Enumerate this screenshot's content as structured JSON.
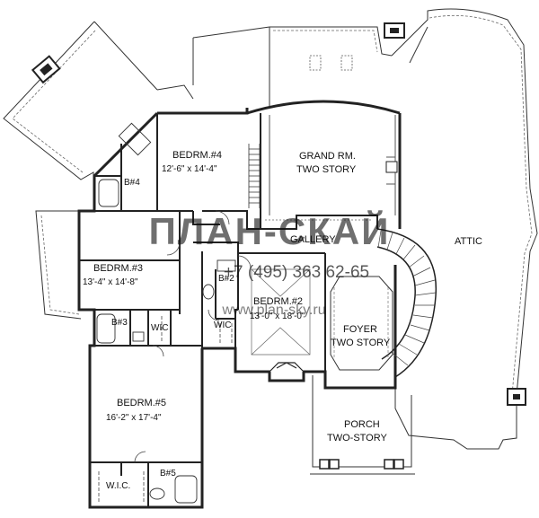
{
  "rooms": {
    "bedrm4": {
      "name": "BEDRM.#4",
      "dim": "12'-6\" x 14'-4\""
    },
    "grand": {
      "line1": "GRAND RM.",
      "line2": "TWO STORY"
    },
    "b4": "B#4",
    "gallery": "GALLERY",
    "attic": "ATTIC",
    "bedrm3": {
      "name": "BEDRM.#3",
      "dim": "13'-4\" x 14'-8\""
    },
    "b2": "B#2",
    "bedrm2": {
      "name": "BEDRM.#2",
      "dim": "13'-0\" x 18'-0\""
    },
    "foyer": {
      "line1": "FOYER",
      "line2": "TWO STORY"
    },
    "b3": "B#3",
    "wic_b3": "WIC",
    "wic_b2": "WIC",
    "bedrm5": {
      "name": "BEDRM.#5",
      "dim": "16'-2\" x 17'-4\""
    },
    "porch": {
      "line1": "PORCH",
      "line2": "TWO-STORY"
    },
    "wic5": "W.I.C.",
    "b5": "B#5"
  },
  "watermark": {
    "logo": "ПЛАН-СКАЙ",
    "phone": "+7 (495) 363 62-65",
    "site": "www.plan-sky.ru"
  },
  "colors": {
    "wall": "#222222",
    "line": "#333333",
    "watermark": "#b0b0b0"
  }
}
